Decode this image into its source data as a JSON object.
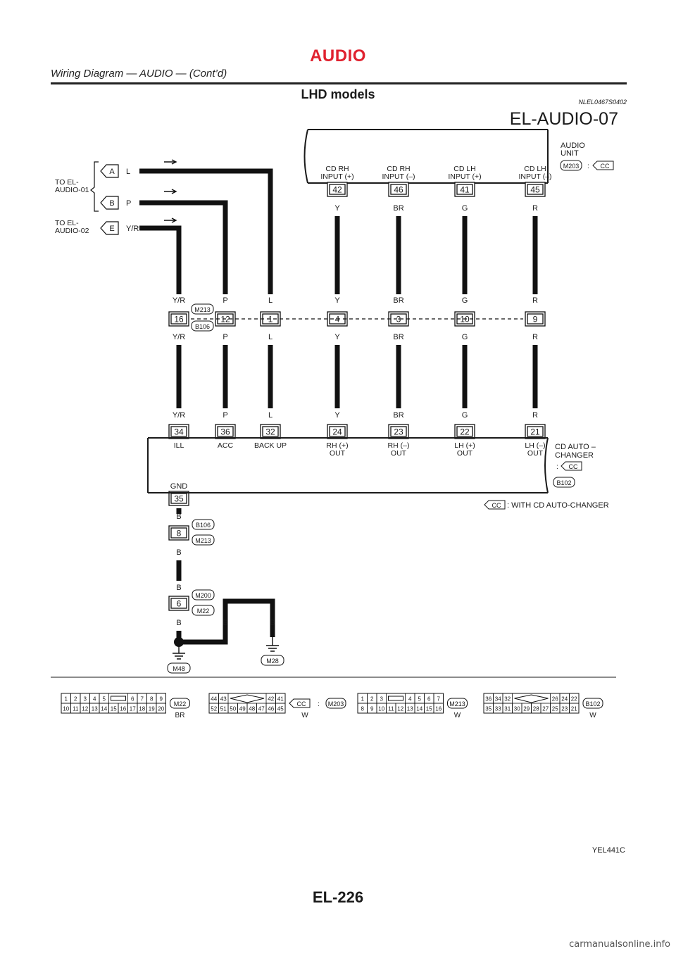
{
  "header": {
    "title": "AUDIO",
    "subtitle": "Wiring Diagram — AUDIO — (Cont’d)"
  },
  "section": {
    "title": "LHD models",
    "code": "NLEL0467S0402"
  },
  "diagram": {
    "id": "EL-AUDIO-07",
    "audio_unit": {
      "name": "AUDIO UNIT",
      "connector": "M203",
      "cond": "CC"
    },
    "audio_inputs": [
      {
        "label": "CD RH INPUT (+)",
        "pin": "42",
        "color": "Y"
      },
      {
        "label": "CD RH INPUT (–)",
        "pin": "46",
        "color": "BR"
      },
      {
        "label": "CD LH INPUT (+)",
        "pin": "41",
        "color": "G"
      },
      {
        "label": "CD LH INPUT (–)",
        "pin": "45",
        "color": "R"
      }
    ],
    "to_el": [
      {
        "text": "TO EL-AUDIO-01",
        "refs": [
          {
            "letter": "A",
            "color": "L"
          },
          {
            "letter": "B",
            "color": "P"
          }
        ]
      },
      {
        "text": "TO EL-AUDIO-02",
        "refs": [
          {
            "letter": "E",
            "color": "Y/R"
          }
        ]
      }
    ],
    "joint_connector": {
      "upper": "M213",
      "lower": "B106"
    },
    "joint_pins": [
      {
        "pin": "16",
        "color": "Y/R"
      },
      {
        "pin": "12",
        "color": "P"
      },
      {
        "pin": "1",
        "color": "L"
      },
      {
        "pin": "4",
        "color": "Y"
      },
      {
        "pin": "3",
        "color": "BR"
      },
      {
        "pin": "10",
        "color": "G"
      },
      {
        "pin": "9",
        "color": "R"
      }
    ],
    "changer_pins": [
      {
        "pin": "34",
        "color": "Y/R",
        "label": "ILL"
      },
      {
        "pin": "36",
        "color": "P",
        "label": "ACC"
      },
      {
        "pin": "32",
        "color": "L",
        "label": "BACK UP"
      },
      {
        "pin": "24",
        "color": "Y",
        "label": "RH (+) OUT"
      },
      {
        "pin": "23",
        "color": "BR",
        "label": "RH (–) OUT"
      },
      {
        "pin": "22",
        "color": "G",
        "label": "LH (+) OUT"
      },
      {
        "pin": "21",
        "color": "R",
        "label": "LH (–) OUT"
      }
    ],
    "changer": {
      "name": "CD AUTO – CHANGER",
      "cond": "CC",
      "connector": "B102"
    },
    "gnd": {
      "label": "GND",
      "pin": "35",
      "color": "B"
    },
    "ground_path": [
      {
        "pin": "8",
        "color": "B",
        "conn_upper": "B106",
        "conn_lower": "M213"
      },
      {
        "pin": "6",
        "color": "B",
        "conn_upper": "M200",
        "conn_lower": "M22"
      }
    ],
    "grounds": [
      {
        "name": "M48",
        "color": "B"
      },
      {
        "name": "M28",
        "color": "B"
      }
    ],
    "legend": {
      "cond": "CC",
      "text": ": WITH CD AUTO-CHANGER"
    },
    "connector_views": [
      {
        "name": "M22",
        "color": "BR",
        "top": [
          "1",
          "2",
          "3",
          "4",
          "5",
          "6",
          "7",
          "8",
          "9"
        ],
        "bottom": [
          "10",
          "11",
          "12",
          "13",
          "14",
          "15",
          "16",
          "17",
          "18",
          "19",
          "20"
        ]
      },
      {
        "name": "M203",
        "color": "W",
        "cond": "CC",
        "top": [
          "44",
          "43",
          "42",
          "41"
        ],
        "bottom": [
          "52",
          "51",
          "50",
          "49",
          "48",
          "47",
          "46",
          "45"
        ]
      },
      {
        "name": "M213",
        "color": "W",
        "top": [
          "1",
          "2",
          "3",
          "4",
          "5",
          "6",
          "7"
        ],
        "bottom": [
          "8",
          "9",
          "10",
          "11",
          "12",
          "13",
          "14",
          "15",
          "16"
        ]
      },
      {
        "name": "B102",
        "color": "W",
        "top": [
          "36",
          "34",
          "32",
          "26",
          "24",
          "22"
        ],
        "bottom": [
          "35",
          "33",
          "31",
          "30",
          "29",
          "28",
          "27",
          "25",
          "23",
          "21"
        ]
      }
    ],
    "figure_code": "YEL441C"
  },
  "page_number": "EL-226",
  "watermark": "carmanualsonline.info"
}
